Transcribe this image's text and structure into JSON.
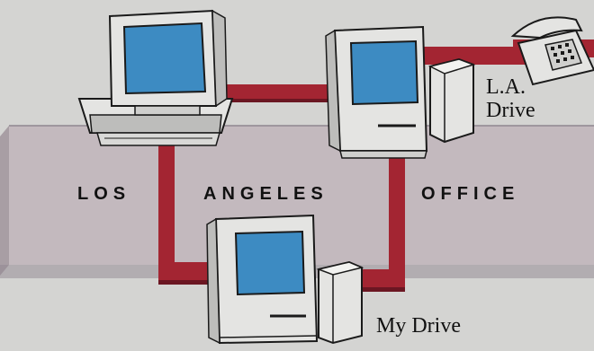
{
  "office_label": {
    "word1": "LOS",
    "word2": "ANGELES",
    "word3": "OFFICE"
  },
  "drives": {
    "la_drive_line1": "L.A.",
    "la_drive_line2": "Drive",
    "my_drive": "My Drive"
  },
  "colors": {
    "background": "#d4d4d2",
    "office_panel": "#c3b9be",
    "network_cable": "#a32532",
    "cable_dark": "#6b1622",
    "computer_body": "#e4e4e2",
    "screen": "#3d8bc2",
    "outline": "#1a1a1a"
  },
  "icons": [
    "desktop-computer-icon",
    "compact-computer-icon",
    "telephone-icon",
    "external-drive-icon"
  ]
}
